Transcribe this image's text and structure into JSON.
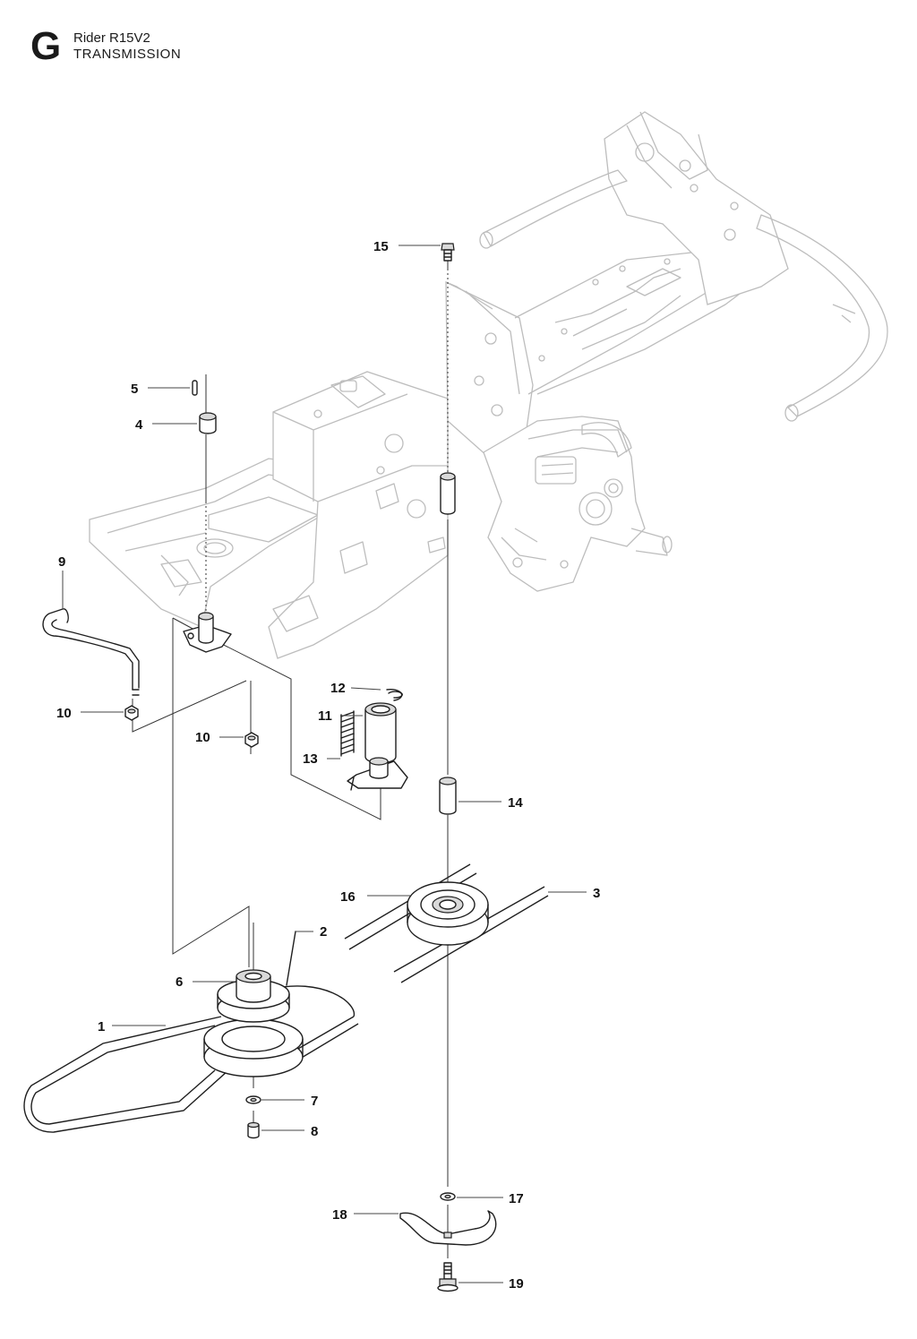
{
  "header": {
    "section_letter": "G",
    "model": "Rider R15V2",
    "section_title": "TRANSMISSION"
  },
  "callouts": [
    {
      "id": "c15",
      "label": "15"
    },
    {
      "id": "c5",
      "label": "5"
    },
    {
      "id": "c4",
      "label": "4"
    },
    {
      "id": "c9",
      "label": "9"
    },
    {
      "id": "c12",
      "label": "12"
    },
    {
      "id": "c11",
      "label": "11"
    },
    {
      "id": "c10a",
      "label": "10"
    },
    {
      "id": "c10b",
      "label": "10"
    },
    {
      "id": "c13",
      "label": "13"
    },
    {
      "id": "c14",
      "label": "14"
    },
    {
      "id": "c16",
      "label": "16"
    },
    {
      "id": "c3",
      "label": "3"
    },
    {
      "id": "c2",
      "label": "2"
    },
    {
      "id": "c6",
      "label": "6"
    },
    {
      "id": "c1",
      "label": "1"
    },
    {
      "id": "c7",
      "label": "7"
    },
    {
      "id": "c8",
      "label": "8"
    },
    {
      "id": "c17",
      "label": "17"
    },
    {
      "id": "c18",
      "label": "18"
    },
    {
      "id": "c19",
      "label": "19"
    }
  ]
}
